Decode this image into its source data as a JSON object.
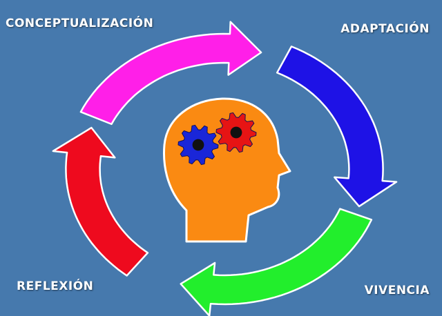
{
  "stages": [
    {
      "id": "conceptualizacion",
      "label": "CONCEPTUALIZACIÓN",
      "color": "#ff1fe8"
    },
    {
      "id": "adaptacion",
      "label": "ADAPTACIÓN",
      "color": "#1e12e6"
    },
    {
      "id": "vivencia",
      "label": "VIVENCIA",
      "color": "#22ee2c"
    },
    {
      "id": "reflexion",
      "label": "REFLEXIÓN",
      "color": "#ee0a1e"
    }
  ],
  "colors": {
    "background": "#4679ad",
    "head": "#fa8a12",
    "gear_blue": "#1a26d8",
    "gear_red": "#e61414",
    "outline": "#ffffff"
  },
  "icons": [
    "head-icon",
    "blue-gear-icon",
    "red-gear-icon"
  ]
}
